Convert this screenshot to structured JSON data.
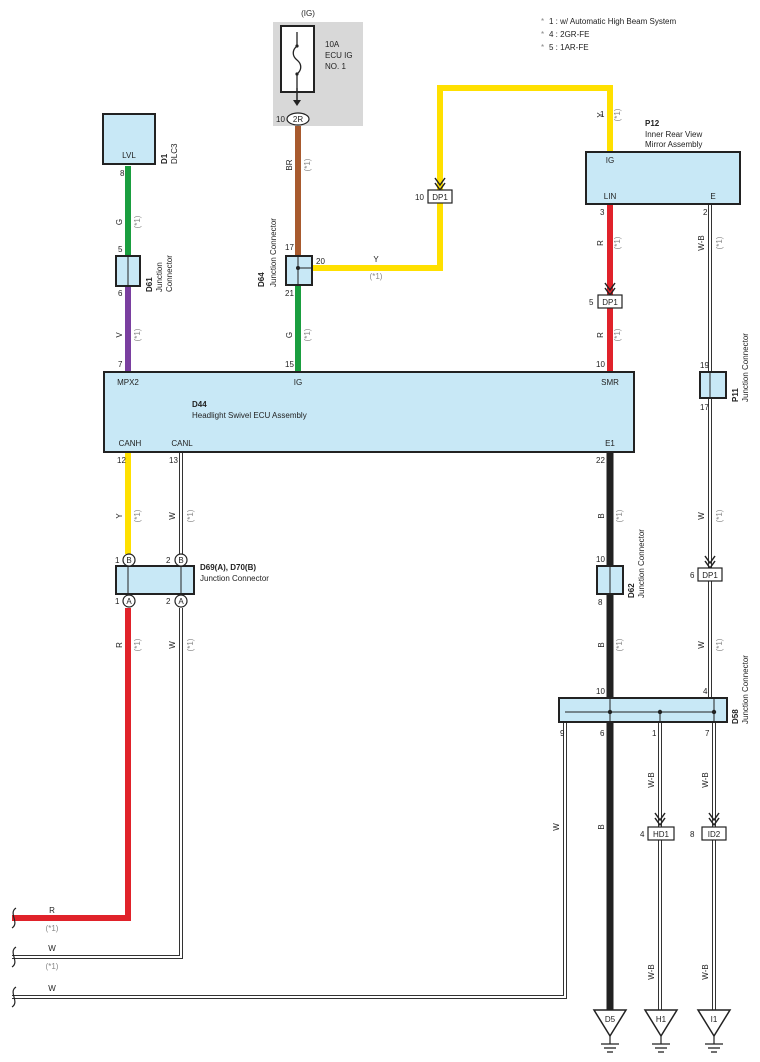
{
  "legend": [
    "1 : w/ Automatic High Beam System",
    "4 : 2GR-FE",
    "5 : 1AR-FE"
  ],
  "fuse": {
    "supply": "(IG)",
    "rating": "10A",
    "name": "ECU IG",
    "number": "NO. 1",
    "connector": "2R",
    "pin": "10"
  },
  "wires": {
    "green": "G",
    "violet": "V",
    "brown": "BR",
    "yellow": "Y",
    "red": "R",
    "white": "W",
    "black": "B",
    "white_black": "W-B",
    "note1": "(*1)"
  },
  "dlc3": {
    "code": "D1",
    "name": "DLC3",
    "terminal": "LVL",
    "pin": "8"
  },
  "d61": {
    "code": "D61",
    "name1": "Junction",
    "name2": "Connector",
    "pin_in": "5",
    "pin_out": "6"
  },
  "d64": {
    "code": "D64",
    "name": "Junction Connector",
    "pin_in": "17",
    "pin_out": "21",
    "pin_side": "20"
  },
  "dp1": {
    "label": "DP1",
    "pin_top": "10",
    "pin_red": "5",
    "pin_right": "6"
  },
  "p12": {
    "code": "P12",
    "name1": "Inner Rear View",
    "name2": "Mirror Assembly",
    "terminal_ig": "IG",
    "terminal_lin": "LIN",
    "terminal_e": "E",
    "pin_ig": "1",
    "pin_lin": "3",
    "pin_e": "2"
  },
  "p11": {
    "code": "P11",
    "name": "Junction Connector",
    "pin_in": "19",
    "pin_out": "17"
  },
  "d44": {
    "code": "D44",
    "name": "Headlight Swivel ECU Assembly",
    "terminals": {
      "mpx2": "MPX2",
      "ig": "IG",
      "smr": "SMR",
      "canh": "CANH",
      "canl": "CANL",
      "e1": "E1"
    },
    "pins": {
      "mpx2_pin": "7",
      "ig_pin": "15",
      "smr_pin": "10",
      "canh_pin": "12",
      "canl_pin": "13",
      "e1_pin": "22"
    }
  },
  "d69": {
    "code": "D69(A), D70(B)",
    "name": "Junction Connector",
    "label_a": "A",
    "label_b": "B",
    "pin1": "1",
    "pin2": "2"
  },
  "d62": {
    "code": "D62",
    "name": "Junction Connector",
    "pin_in": "10",
    "pin_out": "8"
  },
  "d58": {
    "code": "D58",
    "name": "Junction Connector",
    "pin_b_in": "10",
    "pin_w_in": "4",
    "pin_w_out": "9",
    "pin_b_out": "6",
    "pin_wb1": "1",
    "pin_wb2": "7"
  },
  "hd1": {
    "label": "HD1",
    "pin": "4"
  },
  "id2": {
    "label": "ID2",
    "pin": "8"
  },
  "grounds": [
    "D5",
    "H1",
    "I1"
  ]
}
